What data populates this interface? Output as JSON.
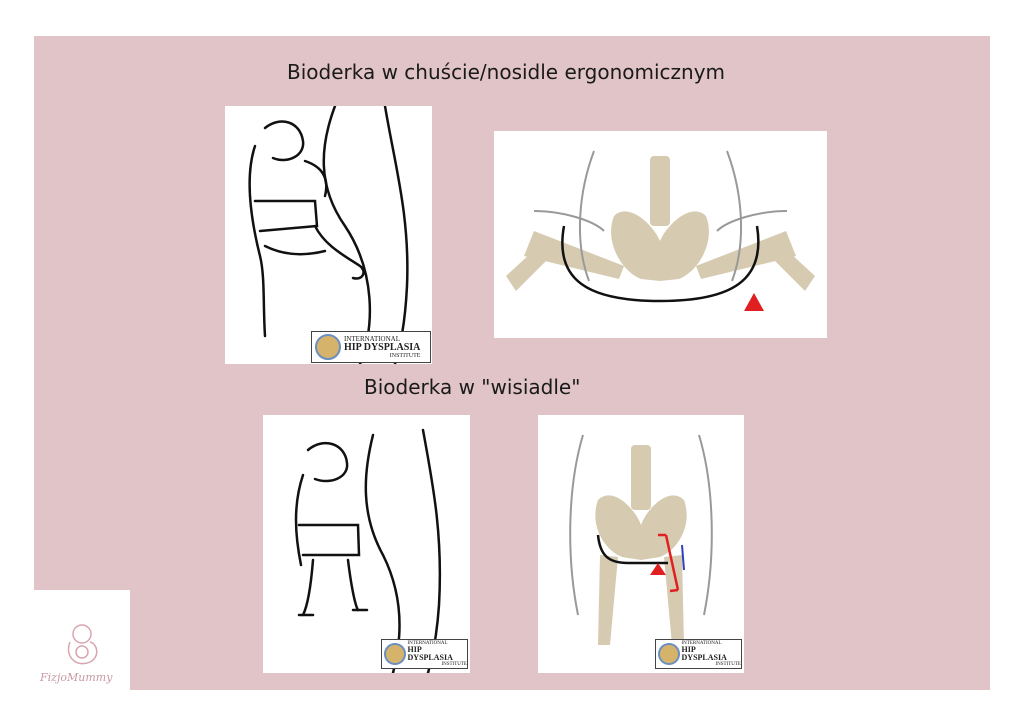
{
  "headings": {
    "ergonomic": "Bioderka w chuście/nosidle ergonomicznym",
    "hanging": "Bioderka w \"wisiadle\""
  },
  "logo": {
    "line1": "INTERNATIONAL",
    "line2": "HIP DYSPLASIA",
    "line3": "INSTITUTE"
  },
  "brand": {
    "name": "FizjoMummy"
  },
  "colors": {
    "panel_background": "#e0c4c7",
    "bone": "#d6cbb1",
    "marker_red": "#e02020",
    "arrow_blue": "#3040c0"
  }
}
